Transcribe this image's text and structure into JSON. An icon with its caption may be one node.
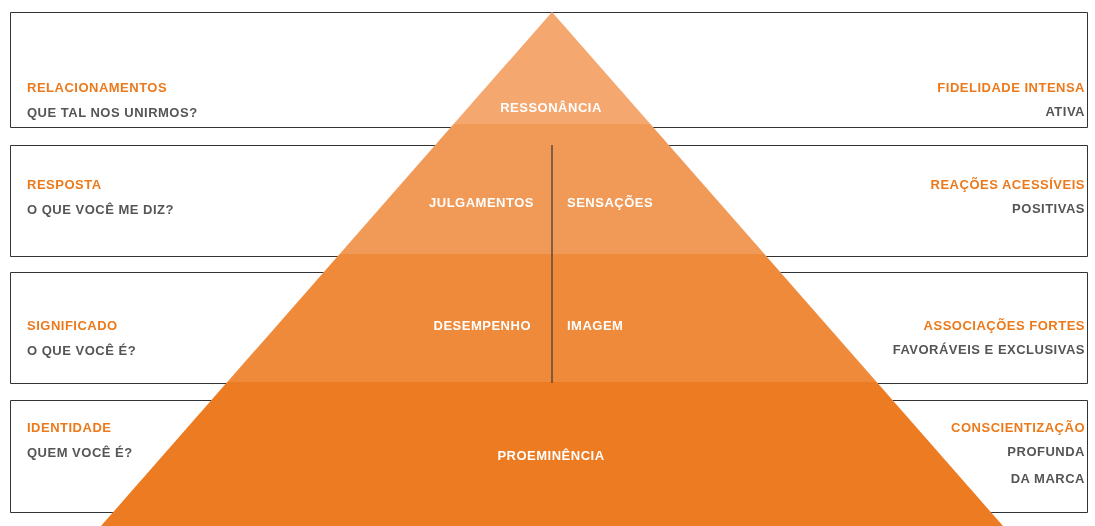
{
  "diagram": {
    "nodes": [
      {
        "text": [
          "RELACIONAMENTOS",
          "QUE TAL NOS UNIRMOS?",
          "FIDELIDADE INTENSA",
          "ATIVA"
        ]
      },
      {
        "text": [
          "RESSONÂNCIA"
        ],
        "in": 0
      },
      {
        "text": [
          "RESPOSTA",
          "O QUE VOCÊ ME DIZ?",
          "REAÇÕES ACESSÍVEIS",
          "POSITIVAS"
        ]
      },
      {
        "text": [
          "JULGAMENTOS"
        ],
        "in": 2
      },
      {
        "text": [
          "SENSAÇÕES"
        ],
        "in": 2
      },
      {
        "text": [
          "SIGNIFICADO",
          "O QUE VOCÊ É?",
          "ASSOCIAÇÕES FORTES",
          "FAVORÁVEIS E EXCLUSIVAS"
        ]
      },
      {
        "text": [
          "DESEMPENHO"
        ],
        "in": 5
      },
      {
        "text": [
          "IMAGEM"
        ],
        "in": 5
      },
      {
        "text": [
          "IDENTIDADE",
          "QUEM VOCÊ É?",
          "CONSCIENTIZAÇÃO",
          "PROFUNDA DA MARCA"
        ]
      },
      {
        "text": [
          "PROEMINÊNCIA"
        ],
        "in": 8
      }
    ],
    "edges": []
  }
}
